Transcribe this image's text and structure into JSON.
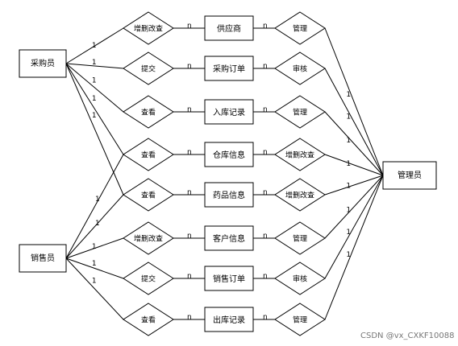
{
  "actors": {
    "purchaser": "采购员",
    "seller": "销售员",
    "admin": "管理员"
  },
  "rows": [
    {
      "left": "增删改查",
      "entity": "供应商",
      "right": "管理"
    },
    {
      "left": "提交",
      "entity": "采购订单",
      "right": "审核"
    },
    {
      "left": "查看",
      "entity": "入库记录",
      "right": "管理"
    },
    {
      "left": "查看",
      "entity": "仓库信息",
      "right": "增删改查"
    },
    {
      "left": "查看",
      "entity": "药品信息",
      "right": "增删改查"
    },
    {
      "left": "增删改查",
      "entity": "客户信息",
      "right": "管理"
    },
    {
      "left": "提交",
      "entity": "销售订单",
      "right": "审核"
    },
    {
      "left": "查看",
      "entity": "出库记录",
      "right": "管理"
    }
  ],
  "cardinality": {
    "one": "1",
    "many": "n"
  },
  "watermark": "CSDN @vx_CXKF10088"
}
